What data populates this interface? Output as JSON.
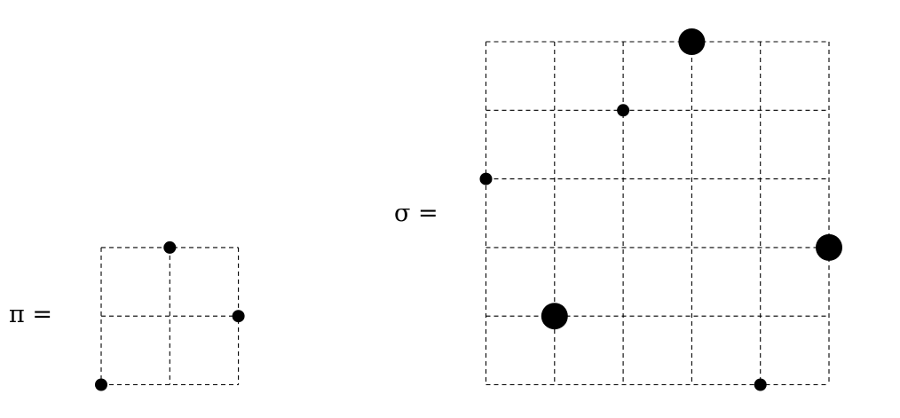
{
  "diagrams": [
    {
      "id": "pi",
      "label": "π =",
      "size": 3,
      "points": [
        {
          "col": 1,
          "row": 1,
          "weight": "small"
        },
        {
          "col": 3,
          "row": 2,
          "weight": "small"
        },
        {
          "col": 2,
          "row": 3,
          "weight": "small"
        }
      ]
    },
    {
      "id": "sigma",
      "label": "σ =",
      "size": 6,
      "points": [
        {
          "col": 1,
          "row": 4,
          "weight": "small"
        },
        {
          "col": 2,
          "row": 2,
          "weight": "large"
        },
        {
          "col": 3,
          "row": 5,
          "weight": "small"
        },
        {
          "col": 4,
          "row": 6,
          "weight": "large"
        },
        {
          "col": 5,
          "row": 1,
          "weight": "small"
        },
        {
          "col": 6,
          "row": 3,
          "weight": "large"
        }
      ]
    }
  ],
  "colors": {
    "ink": "#000000",
    "background": "#ffffff"
  }
}
